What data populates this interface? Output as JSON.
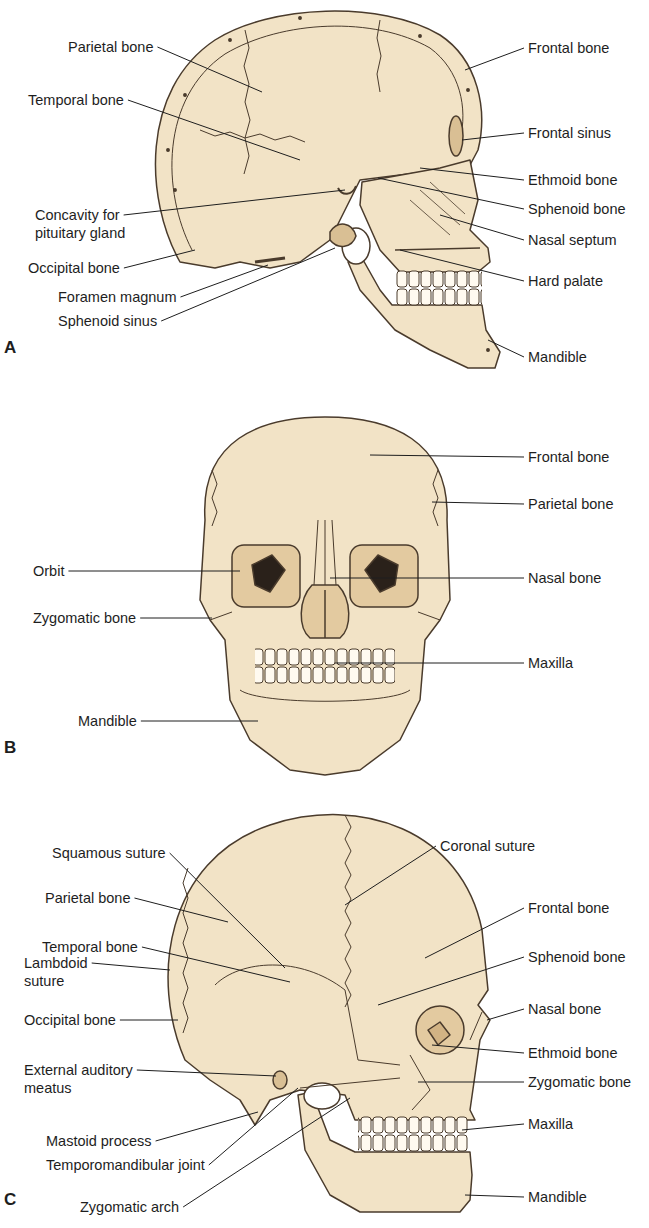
{
  "diagram": {
    "labels": [
      "Parietal bone",
      "Temporal bone",
      "Concavity for pituitary gland",
      "Occipital bone",
      "Foramen magnum",
      "Sphenoid sinus",
      "Frontal bone",
      "Frontal sinus",
      "Ethmoid bone",
      "Sphenoid bone",
      "Nasal septum",
      "Hard palate",
      "Mandible",
      "A",
      "Frontal bone",
      "Parietal bone",
      "Orbit",
      "Nasal bone",
      "Zygomatic bone",
      "Maxilla",
      "Mandible",
      "B",
      "Squamous suture",
      "Coronal suture",
      "Parietal bone",
      "Frontal bone",
      "Temporal bone",
      "Sphenoid bone",
      "Lambdoid suture",
      "Nasal bone",
      "Occipital bone",
      "Ethmoid bone",
      "External auditory meatus",
      "Zygomatic bone",
      "Maxilla",
      "Mastoid process",
      "Temporomandibular joint",
      "Mandible",
      "Zygomatic arch",
      "C"
    ]
  }
}
